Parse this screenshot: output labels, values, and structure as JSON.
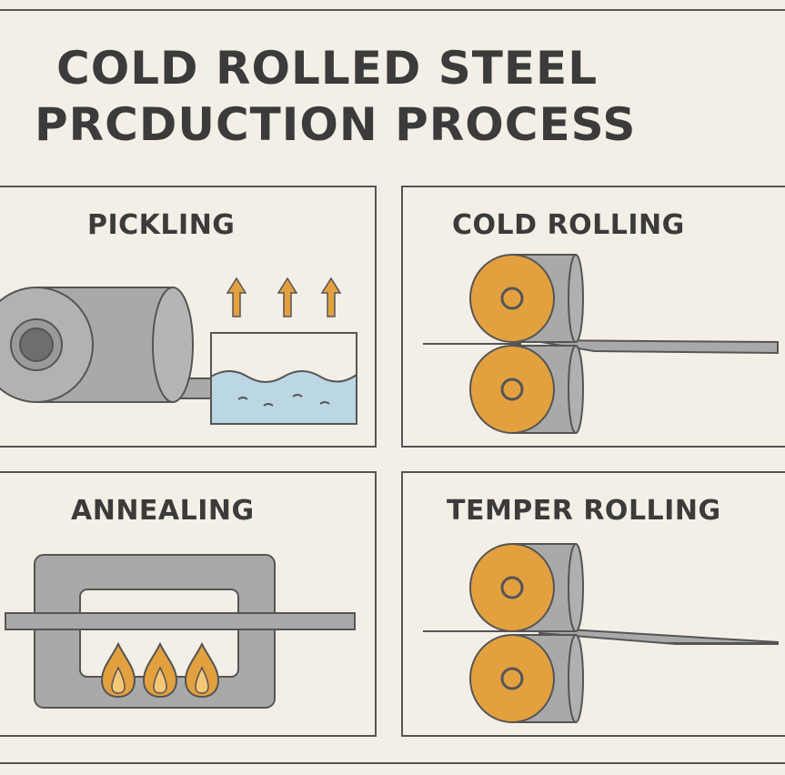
{
  "title": {
    "line1": "COLD ROLLED STEEL",
    "line2": "PRCDUCTION PROCESS"
  },
  "panels": [
    {
      "label": "PICKLING"
    },
    {
      "label": "COLD ROLLING"
    },
    {
      "label": "ANNEALING"
    },
    {
      "label": "TEMPER ROLLING"
    }
  ],
  "colors": {
    "background": "#f3efe6",
    "steel": "#a9a9a9",
    "steel_dark": "#7a7a7a",
    "roller": "#e2a03f",
    "acid": "#bcd7e4",
    "flame": "#e2a03f",
    "outline": "#555555"
  },
  "icons": [
    "steel-coil-icon",
    "acid-tank-icon",
    "fume-arrow-icon",
    "roller-icon",
    "furnace-icon",
    "flame-icon"
  ]
}
